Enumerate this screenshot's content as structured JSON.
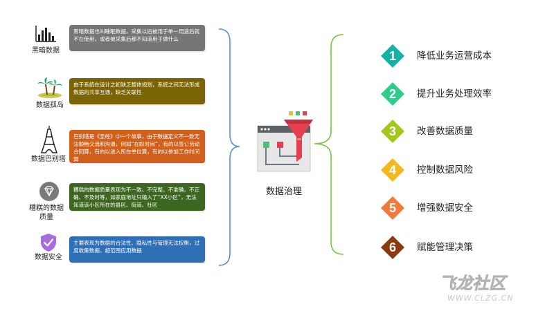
{
  "problems": [
    {
      "label": "黑暗数据",
      "text": "黑暗数据也叫睡眠数据，采集以后被用于单一用途后就不在使用，或者被采集后都不知道用于做什么",
      "color": "#767676"
    },
    {
      "label": "数据孤岛",
      "text": "由于系统在设计之初缺乏整体规划，系统之间无法形成数据的共享互通，缺乏关联性",
      "color": "#7a6405"
    },
    {
      "label": "数据巴别塔",
      "text": "巴别塔是《圣经》中一个故事，由于数据定义不一致无法顺畅交流和沟通，例如“在职时间”，有的以签订劳动合同算，有的以进入所在单位算，有的以参加工作时间算",
      "color": "#d0601c"
    },
    {
      "label": "糟糕的数据质量",
      "text": "糟糕的数据质量表现为不一致、不完整、不准确、不正确、不及时等，如家庭地址只输入了“XX小区”，无法知道该小区所在的县区、街道、社区",
      "color": "#3d6622"
    },
    {
      "label": "数据安全",
      "text": "主要表现为数据的合法性、隐私性与管理无法权衡，过度收集数据、超范围应用数据",
      "color": "#2e6fb6"
    }
  ],
  "center": {
    "title": "数据治理"
  },
  "benefits": [
    {
      "number": "1",
      "label": "降低业务运营成本",
      "color": "#13b1a6"
    },
    {
      "number": "2",
      "label": "提升业务处理效率",
      "color": "#2fcc8e"
    },
    {
      "number": "3",
      "label": "改善数据质量",
      "color": "#a3c81c"
    },
    {
      "number": "4",
      "label": "控制数据风险",
      "color": "#f3b81f"
    },
    {
      "number": "5",
      "label": "增强数据安全",
      "color": "#f07a3c"
    },
    {
      "number": "6",
      "label": "赋能管理决策",
      "color": "#8a3a10"
    }
  ],
  "watermark": {
    "brand": "飞龙社区",
    "url": "WWW.CLZG.CN"
  }
}
